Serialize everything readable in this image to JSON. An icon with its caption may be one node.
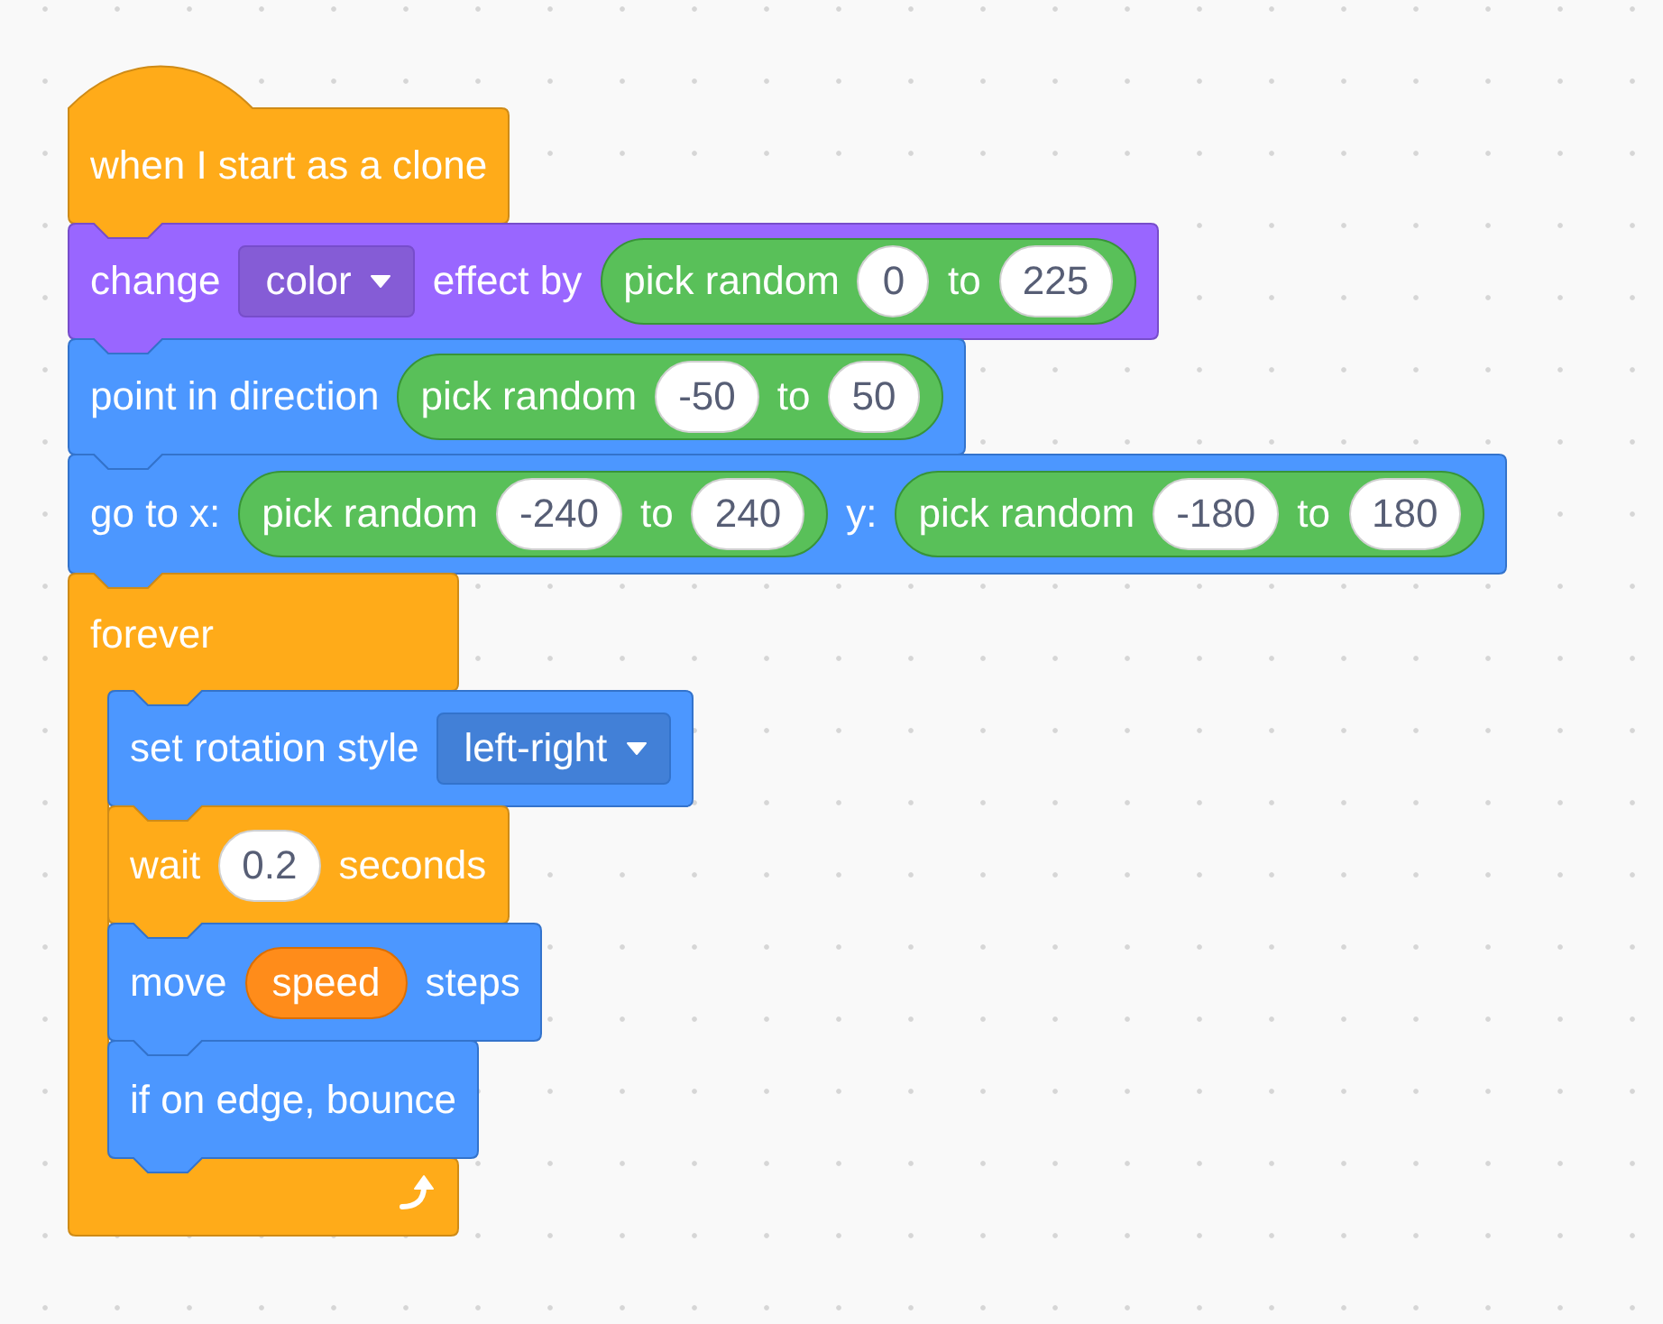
{
  "diagram": {
    "nodes": [
      {
        "text": [
          "when I start as a clone"
        ]
      },
      {
        "text": [
          "change",
          "effect by"
        ]
      },
      {
        "text": [
          "color"
        ],
        "in": 1
      },
      {
        "text": [
          "pick random",
          "to"
        ],
        "in": 1
      },
      {
        "text": [
          "0"
        ],
        "in": 3
      },
      {
        "text": [
          "225"
        ],
        "in": 3
      },
      {
        "text": [
          "point in direction"
        ]
      },
      {
        "text": [
          "pick random",
          "to"
        ],
        "in": 6
      },
      {
        "text": [
          "-50"
        ],
        "in": 7
      },
      {
        "text": [
          "50"
        ],
        "in": 7
      },
      {
        "text": [
          "go to x:",
          "y:"
        ]
      },
      {
        "text": [
          "pick random",
          "to"
        ],
        "in": 10
      },
      {
        "text": [
          "-240"
        ],
        "in": 11
      },
      {
        "text": [
          "240"
        ],
        "in": 11
      },
      {
        "text": [
          "pick random",
          "to"
        ],
        "in": 10
      },
      {
        "text": [
          "-180"
        ],
        "in": 14
      },
      {
        "text": [
          "180"
        ],
        "in": 14
      },
      {
        "text": [
          "forever"
        ]
      },
      {
        "text": [
          "set rotation style"
        ]
      },
      {
        "text": [
          "left-right"
        ],
        "in": 18
      },
      {
        "text": [
          "wait",
          "seconds"
        ]
      },
      {
        "text": [
          "0.2"
        ],
        "in": 20
      },
      {
        "text": [
          "move",
          "steps"
        ]
      },
      {
        "text": [
          "speed"
        ],
        "in": 22
      },
      {
        "text": [
          "if on edge, bounce"
        ]
      }
    ]
  }
}
